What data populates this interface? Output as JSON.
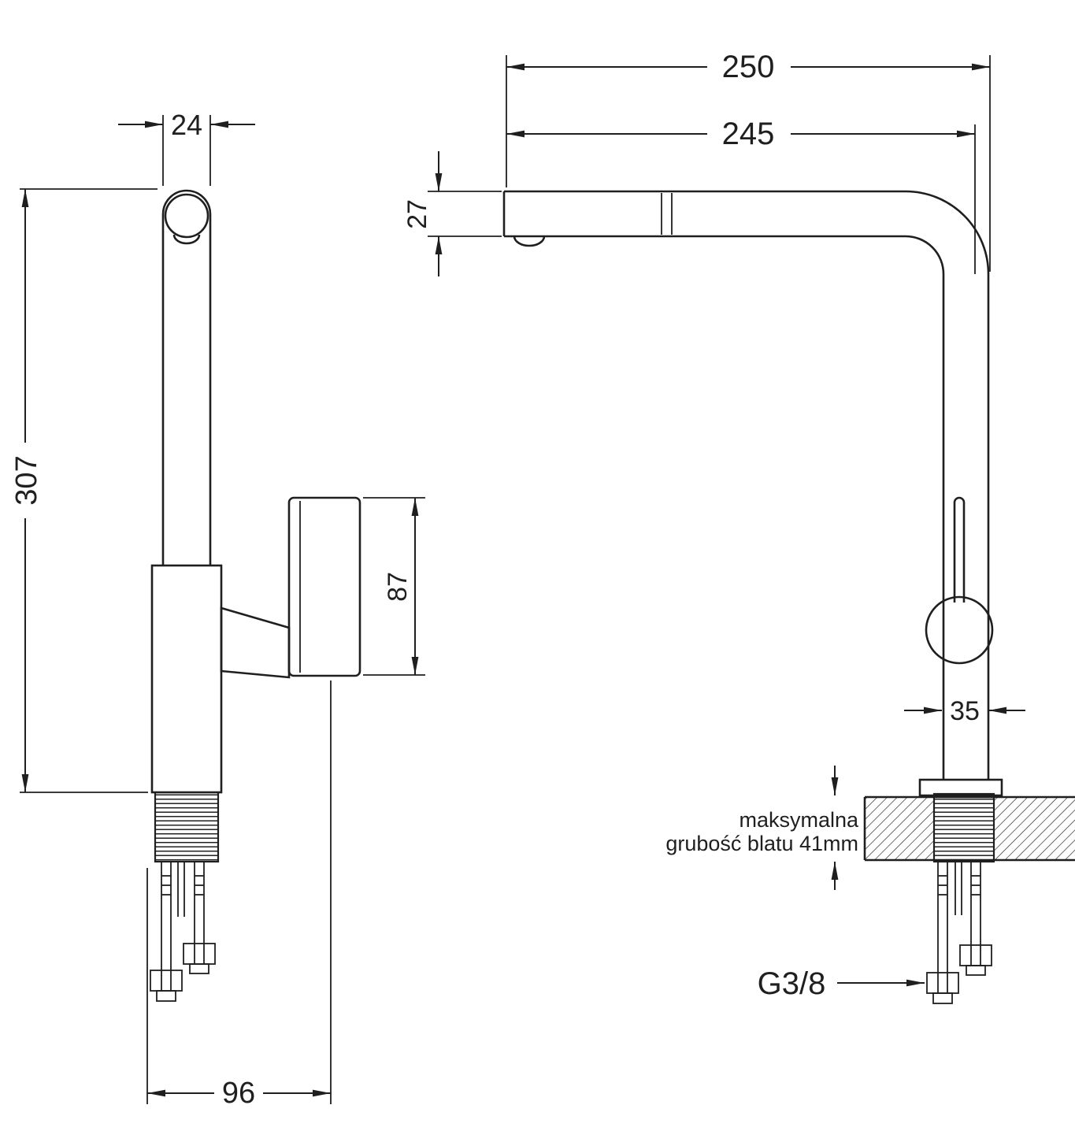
{
  "views": {
    "side": {
      "dim_top_width": "24",
      "dim_height": "307",
      "dim_handle_length": "87",
      "dim_base_depth": "96"
    },
    "front": {
      "dim_total_reach": "250",
      "dim_spout_reach": "245",
      "dim_spout_height": "27",
      "dim_body_width": "35",
      "note_line1": "maksymalna",
      "note_line2": "grubość blatu 41mm",
      "dim_thread": "G3/8"
    }
  },
  "colors": {
    "ink": "#1f1f1f",
    "background": "#ffffff"
  }
}
